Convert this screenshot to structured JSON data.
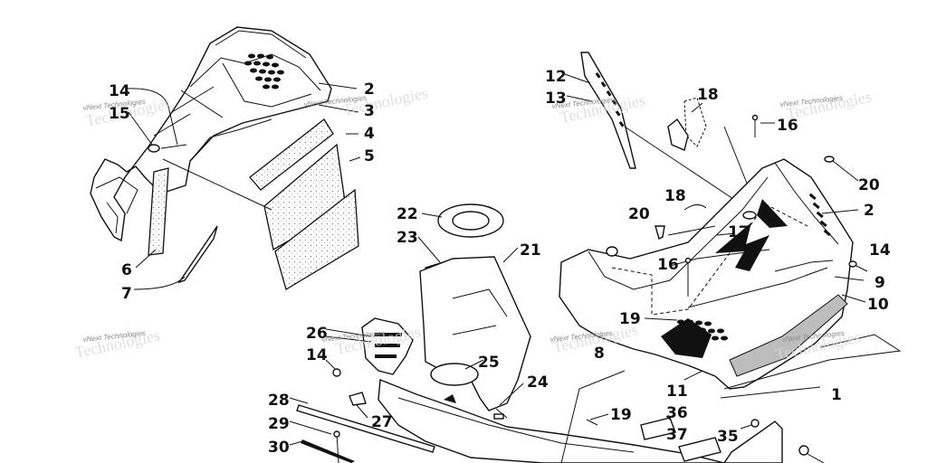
{
  "diagram": {
    "callouts": {
      "c1": "1",
      "c2a": "2",
      "c2b": "2",
      "c3": "3",
      "c4": "4",
      "c5": "5",
      "c6": "6",
      "c7": "7",
      "c8": "8",
      "c9": "9",
      "c10": "10",
      "c11": "11",
      "c12": "12",
      "c13": "13",
      "c14a": "14",
      "c14b": "14",
      "c14c": "14",
      "c15": "15",
      "c16a": "16",
      "c16b": "16",
      "c17": "17",
      "c18a": "18",
      "c18b": "18",
      "c19a": "19",
      "c19b": "19",
      "c20a": "20",
      "c20b": "20",
      "c21": "21",
      "c22": "22",
      "c23": "23",
      "c24": "24",
      "c25": "25",
      "c26": "26",
      "c27": "27",
      "c28": "28",
      "c29": "29",
      "c30": "30",
      "c35": "35",
      "c36": "36",
      "c37": "37"
    },
    "watermarks": {
      "w1": "vNext Technologies",
      "w2": "vNext Technologies",
      "w3": "vNext Technologies",
      "w4": "vNext Technologies",
      "w5": "vNext Technologies",
      "w6": "vNext Technologies",
      "w7": "vNext Technologies",
      "w8": "vNext Technologies"
    }
  }
}
